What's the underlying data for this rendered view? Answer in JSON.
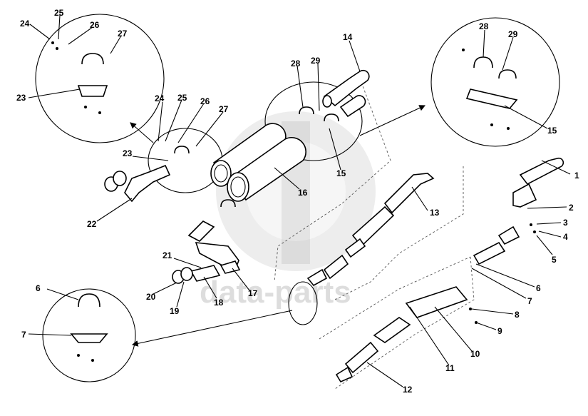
{
  "watermark": {
    "text": "data-parts"
  },
  "callouts": [
    {
      "id": "c1",
      "label": "1"
    },
    {
      "id": "c2",
      "label": "2"
    },
    {
      "id": "c3",
      "label": "3"
    },
    {
      "id": "c4",
      "label": "4"
    },
    {
      "id": "c5",
      "label": "5"
    },
    {
      "id": "c6a",
      "label": "6"
    },
    {
      "id": "c6b",
      "label": "6"
    },
    {
      "id": "c7a",
      "label": "7"
    },
    {
      "id": "c7b",
      "label": "7"
    },
    {
      "id": "c8",
      "label": "8"
    },
    {
      "id": "c9",
      "label": "9"
    },
    {
      "id": "c10",
      "label": "10"
    },
    {
      "id": "c11",
      "label": "11"
    },
    {
      "id": "c12",
      "label": "12"
    },
    {
      "id": "c13",
      "label": "13"
    },
    {
      "id": "c14",
      "label": "14"
    },
    {
      "id": "c15a",
      "label": "15"
    },
    {
      "id": "c15b",
      "label": "15"
    },
    {
      "id": "c16",
      "label": "16"
    },
    {
      "id": "c17",
      "label": "17"
    },
    {
      "id": "c18",
      "label": "18"
    },
    {
      "id": "c19",
      "label": "19"
    },
    {
      "id": "c20",
      "label": "20"
    },
    {
      "id": "c21",
      "label": "21"
    },
    {
      "id": "c22",
      "label": "22"
    },
    {
      "id": "c23a",
      "label": "23"
    },
    {
      "id": "c23b",
      "label": "23"
    },
    {
      "id": "c24a",
      "label": "24"
    },
    {
      "id": "c24b",
      "label": "24"
    },
    {
      "id": "c25a",
      "label": "25"
    },
    {
      "id": "c25b",
      "label": "25"
    },
    {
      "id": "c26a",
      "label": "26"
    },
    {
      "id": "c26b",
      "label": "26"
    },
    {
      "id": "c27a",
      "label": "27"
    },
    {
      "id": "c27b",
      "label": "27"
    },
    {
      "id": "c28a",
      "label": "28"
    },
    {
      "id": "c28b",
      "label": "28"
    },
    {
      "id": "c29a",
      "label": "29"
    },
    {
      "id": "c29b",
      "label": "29"
    }
  ]
}
